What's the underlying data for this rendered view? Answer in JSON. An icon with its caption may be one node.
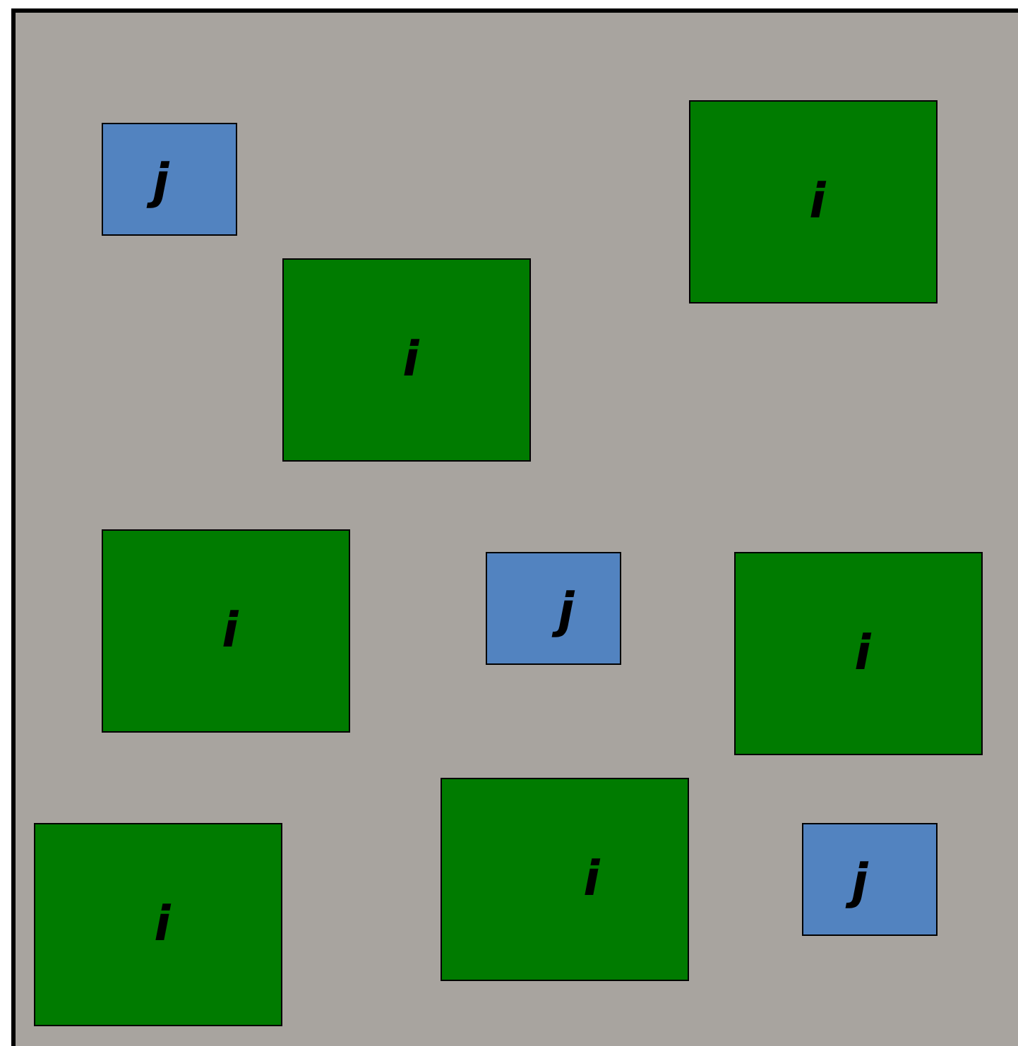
{
  "diagram": {
    "nodes": [
      {
        "text": [
          "i"
        ]
      },
      {
        "text": [
          "j"
        ]
      },
      {
        "text": [
          "i"
        ]
      },
      {
        "text": [
          "i"
        ]
      },
      {
        "text": [
          "j"
        ]
      },
      {
        "text": [
          "i"
        ]
      },
      {
        "text": [
          "i"
        ]
      },
      {
        "text": [
          "i"
        ]
      },
      {
        "text": [
          "j"
        ]
      }
    ]
  }
}
